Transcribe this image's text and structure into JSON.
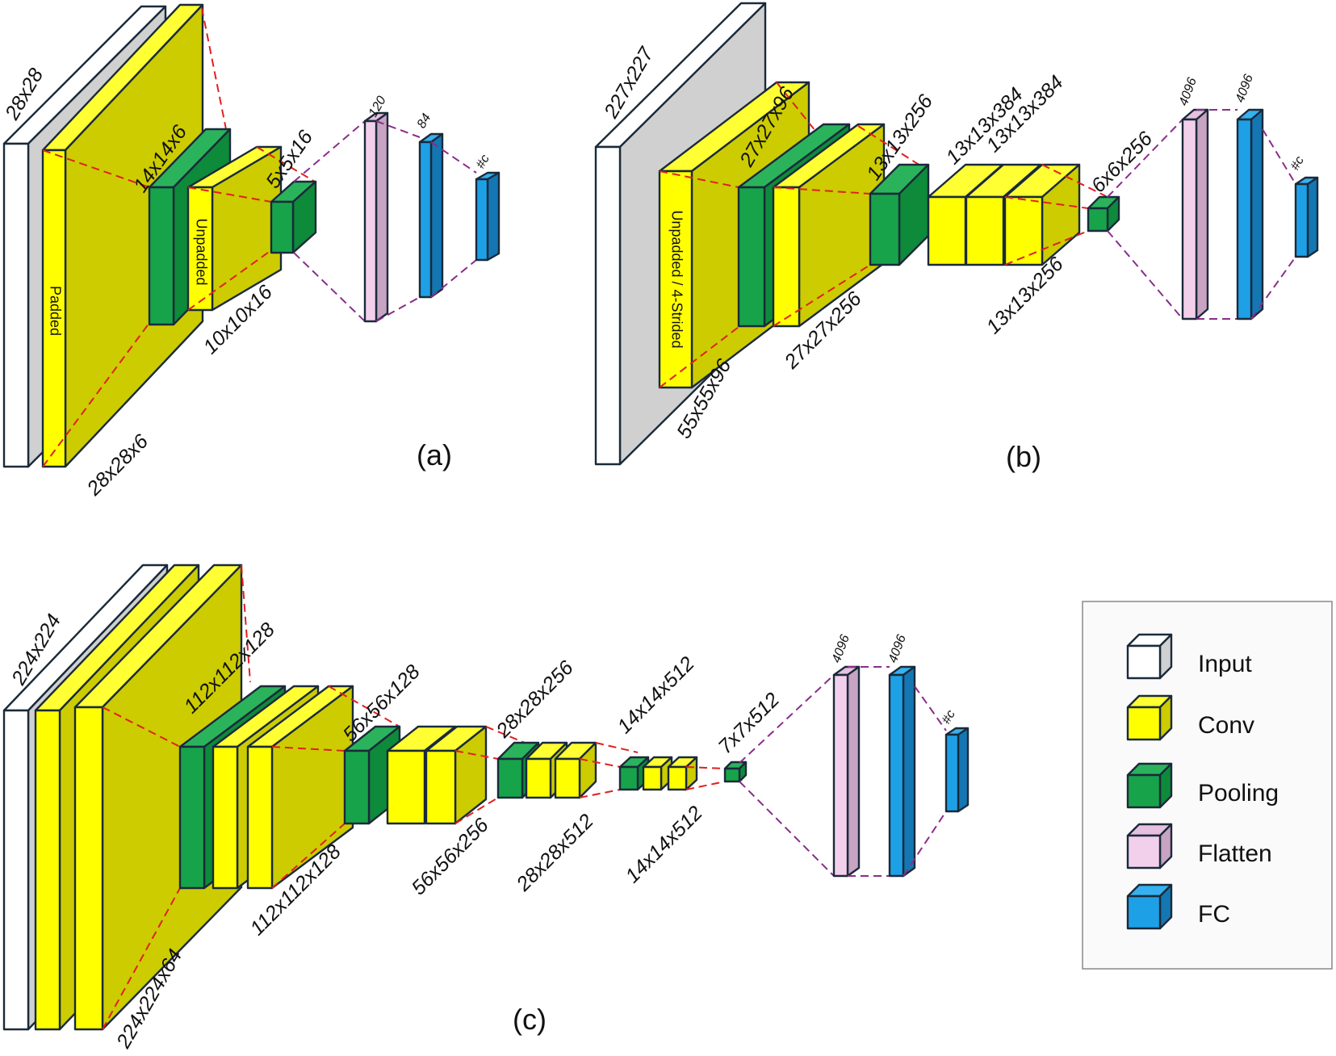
{
  "colors": {
    "input": {
      "front": "#ffffff",
      "side": "#d0d0d0",
      "top": "#ffffff"
    },
    "conv": {
      "front": "#ffff00",
      "side": "#cccc00",
      "top": "#ffff33"
    },
    "pooling": {
      "front": "#17a34a",
      "side": "#0d8a3a",
      "top": "#2bb35c"
    },
    "flatten": {
      "front": "#f2d0ec",
      "side": "#c8a3c2",
      "top": "#e7c0e0"
    },
    "fc": {
      "front": "#1ea0e6",
      "side": "#1477b3",
      "top": "#36b1f0"
    },
    "red_line": "#e02020",
    "purple_line": "#8a2d8a"
  },
  "panels": {
    "a": {
      "caption": "(a)",
      "labels": {
        "input": "28x28",
        "conv1": "28x28x6",
        "pool1": "14x14x6",
        "conv2": "10x10x16",
        "pool2": "5x5x16",
        "flatten": "120",
        "fc1": "84",
        "fc2": "#c"
      },
      "vertical_labels": {
        "conv1": "Padded",
        "conv2": "Unpadded"
      }
    },
    "b": {
      "caption": "(b)",
      "labels": {
        "input": "227x227",
        "conv1_top": "27x27x96",
        "conv1_bottom": "55x55x96",
        "conv2_bottom": "27x27x256",
        "pool2": "13x13x256",
        "conv3": "13x13x384",
        "conv4": "13x13x384",
        "conv5": "13x13x256",
        "pool3": "6x6x256",
        "flatten": "4096",
        "fc1": "4096",
        "fc2": "#c"
      },
      "vertical_labels": {
        "conv1": "Unpadded / 4-Strided"
      }
    },
    "c": {
      "caption": "(c)",
      "labels": {
        "input": "224x224",
        "block1": "224x224x64",
        "pool1": "112x112x128",
        "block2": "112x112x128",
        "pool2": "56x56x128",
        "block3": "56x56x256",
        "pool3": "28x28x256",
        "block4": "28x28x512",
        "pool4": "14x14x512",
        "block5": "14x14x512",
        "pool5": "7x7x512",
        "flatten": "4096",
        "fc1": "4096",
        "fc2": "#c"
      }
    }
  },
  "legend": {
    "items": [
      {
        "key": "input",
        "label": "Input"
      },
      {
        "key": "conv",
        "label": "Conv"
      },
      {
        "key": "pooling",
        "label": "Pooling"
      },
      {
        "key": "flatten",
        "label": "Flatten"
      },
      {
        "key": "fc",
        "label": "FC"
      }
    ]
  }
}
